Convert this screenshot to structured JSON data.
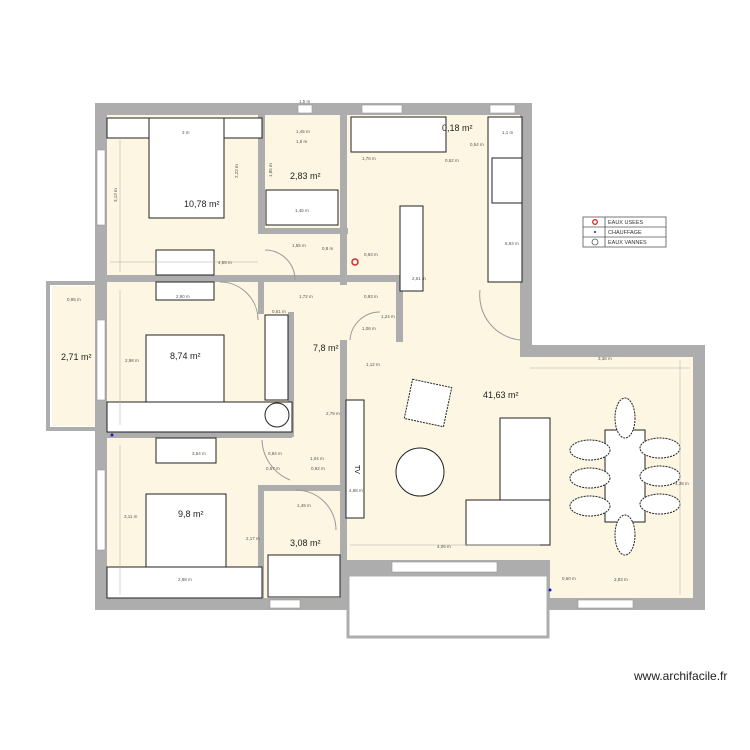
{
  "plan": {
    "rooms": [
      {
        "name": "bedroom-1",
        "area": "10,78 m²"
      },
      {
        "name": "bathroom-1",
        "area": "2,83 m²"
      },
      {
        "name": "kitchen-storage",
        "area": "0,18 m²"
      },
      {
        "name": "bedroom-2",
        "area": "8,74 m²"
      },
      {
        "name": "balcony-left",
        "area": "2,71 m²"
      },
      {
        "name": "corridor",
        "area": "7,8 m²"
      },
      {
        "name": "living",
        "area": "41,63 m²"
      },
      {
        "name": "bedroom-3",
        "area": "9,8 m²"
      },
      {
        "name": "bathroom-2",
        "area": "3,08 m²"
      }
    ],
    "dimensions": [
      "1,5 m",
      "3 m",
      "1,45 m",
      "1,5 m",
      "2,23 m",
      "3,13 m",
      "1,85 m",
      "1,45 m",
      "4,55 m",
      "1,55 m",
      "0,8 m",
      "0,18 m²",
      "1,1 m",
      "0,54 m",
      "0,52 m",
      "1,76 m",
      "5,93 m",
      "2,61 m",
      "0,93 m",
      "0,95 m",
      "2,90 m",
      "2,98 m",
      "1,72 m",
      "0,93 m",
      "0,61 m",
      "1,06 m",
      "1,24 m",
      "1,12 m",
      "2,79 m",
      "3,38 m",
      "4,38 m",
      "3,54 m",
      "0,84 m",
      "0,57 m",
      "1,04 m",
      "0,92 m",
      "1,49 m",
      "3,11 m",
      "2,17 m",
      "2,88 m",
      "4,06 m",
      "0,60 m",
      "2,83 m",
      "4,88 m"
    ],
    "furniture_labels": {
      "tv": "TV"
    }
  },
  "legend": {
    "items": [
      {
        "label": "EAUX USEES",
        "color": "#d9262c"
      },
      {
        "label": "CHAUFFAGE",
        "color": "#1a1acc"
      },
      {
        "label": "EAUX VANNES",
        "color": "#555555"
      }
    ]
  },
  "watermark": "www.archifacile.fr"
}
